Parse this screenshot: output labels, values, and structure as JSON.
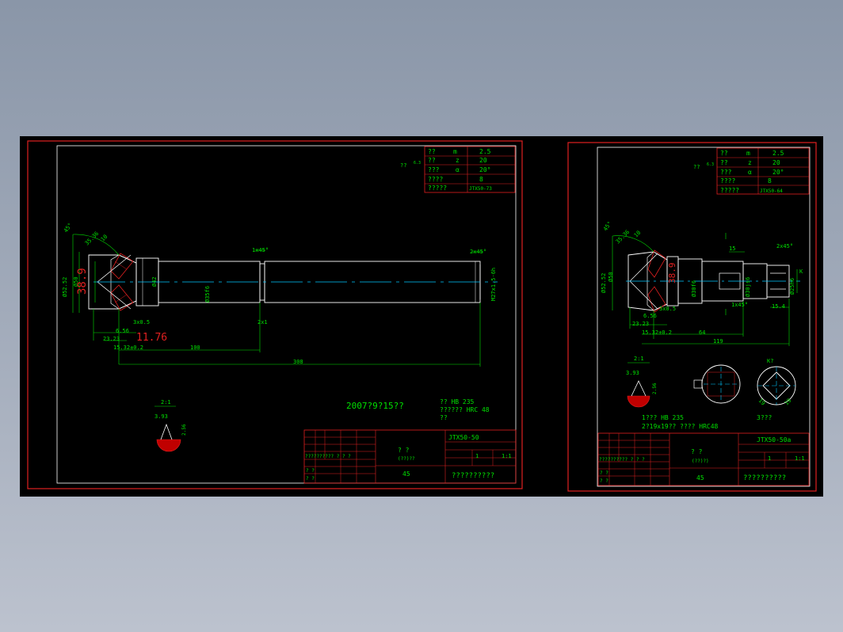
{
  "colors": {
    "frame": "#e02020",
    "line": "#ffffff",
    "dim": "#00e000",
    "center": "#00c8ff",
    "hatch": "#ff3030",
    "background": "#000000"
  },
  "left_sheet": {
    "gear_table": [
      [
        "??",
        "m",
        "2.5"
      ],
      [
        "??",
        "z",
        "20"
      ],
      [
        "???",
        "α",
        "20°"
      ],
      [
        "????",
        "",
        "8"
      ],
      [
        "?????",
        "",
        "JTX50-73"
      ]
    ],
    "roughness_note": "?? ",
    "roughness_sup": "6.3",
    "dims": {
      "angle_45": "45°",
      "d_3536": "35.36",
      "d_10": "10",
      "d_52": "Ø52.52",
      "d_50": "Ø50",
      "d_389": "38.9",
      "d_42": "Ø42",
      "d_35": "Ø35f6",
      "chamfer1": "1x45°",
      "chamfer2": "2x45°",
      "m27": "M27x1.5-6h",
      "d_3x05": "3x0.5",
      "d_656": "6.56",
      "d_2323": "23.23",
      "d_176": "11.76",
      "d_1532": "15.32±0.2",
      "d_100": "100",
      "d_2x1": "2x1",
      "d_308": "308"
    },
    "detail_label": "2:1",
    "detail_dim": "3.93",
    "detail_dim2": "2.56",
    "date_text": "2007?9?15??",
    "notes": [
      "?? HB 235",
      "?????? HRC 48",
      "??"
    ],
    "title_block": {
      "drawing_no": "JTX50-50",
      "part_name": "?   ?",
      "sub": "(??)??",
      "material": "45",
      "school": "??????????",
      "scale": "1:1",
      "qty": "1",
      "rows": "?????????? ? ? ?",
      "left_rows": [
        "? ?",
        "? ?"
      ]
    }
  },
  "right_sheet": {
    "gear_table": [
      [
        "??",
        "m",
        "2.5"
      ],
      [
        "??",
        "z",
        "20"
      ],
      [
        "???",
        "α",
        "20°"
      ],
      [
        "????",
        "",
        "8"
      ],
      [
        "?????",
        "",
        "JTX50-64"
      ]
    ],
    "roughness_note": "?? ",
    "roughness_sup": "6.3",
    "dims": {
      "angle_45": "45°",
      "d_3536": "35.36",
      "d_10": "10",
      "d_52": "Ø52.52",
      "d_50": "Ø50",
      "d_389": "38.9",
      "d_15": "15",
      "chamfer2": "2x45°",
      "chamfer1": "1x45°",
      "d_30": "Ø30f6",
      "d_30b": "Ø30js6",
      "d_25": "Ø25h6",
      "d_3x05": "3x0.5",
      "d_656": "6.56",
      "d_2323": "23.23",
      "d_1532": "15.32±0.2",
      "d_64": "64",
      "d_119": "119",
      "d_154": "15.4",
      "d_k": "K"
    },
    "detail_label": "2:1",
    "detail_dim": "3.93",
    "detail_dim2": "2.56",
    "section_label": "K?",
    "section_dim": "19",
    "section_label2": "3???",
    "notes": [
      "1??? HB 235",
      "2?19x19?? ???? HRC48"
    ],
    "title_block": {
      "drawing_no": "JTX50-50a",
      "part_name": "?   ?",
      "sub": "(??)?)",
      "material": "45",
      "school": "??????????",
      "scale": "1:1",
      "qty": "1",
      "rows": "?????????? ? ? ?",
      "left_rows": [
        "? ?",
        "? ?"
      ]
    }
  }
}
